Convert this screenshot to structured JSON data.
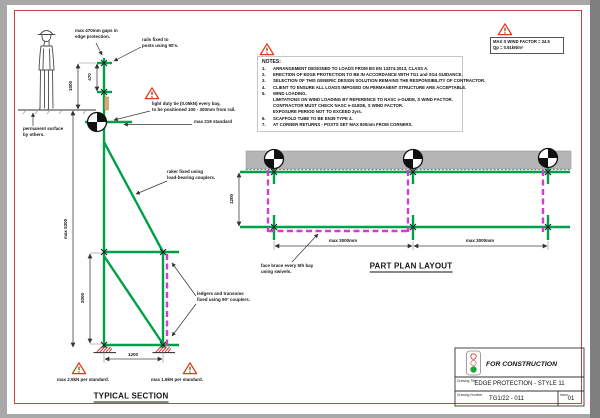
{
  "colors": {
    "scaffold_green": "#00a04a",
    "brace_magenta": "#cf3fcf",
    "sheet_border_red": "#c84040",
    "warning_red": "#e03c1c",
    "structure_band_gray": "#b5b5b5"
  },
  "notes": {
    "heading": "NOTES:",
    "items": [
      {
        "n": "1.",
        "t": "ARRANGEMENT DESIGNED TO LOADS FROM BS EN 13374:2013, CLASS A."
      },
      {
        "n": "2.",
        "t": "ERECTION OF EDGE PROTECTION TO BE IN ACCORDANCE WITH TG1 and SG4 GUIDANCE."
      },
      {
        "n": "3.",
        "t": "SELECTION OF THIS GENERIC DESIGN SOLUTION REMAINS THE RESPONSIBILITY OF CONTRACTOR."
      },
      {
        "n": "4.",
        "t": "CLIENT TO ENSURE ALL LOADS IMPOSED ON PERMANENT STRUCTURE ARE ACCEPTABLE."
      },
      {
        "n": "5.",
        "t": "WIND LOADING."
      },
      {
        "n": "",
        "t": "LIMITATIONS ON WIND LOADING BY REFERENCE TO NASC e-GUIDE, S WIND FACTOR."
      },
      {
        "n": "",
        "t": "CONTRACTOR MUST CHECK NASC e-GUIDE, S WIND FACTOR."
      },
      {
        "n": "",
        "t": "EXPOSURE PERIOD NOT TO EXCEED 2yrs."
      },
      {
        "n": "6.",
        "t": "SCAFFOLD TUBE TO BE EN39 TYPE 4."
      },
      {
        "n": "7.",
        "t": "AT CORNER RETURNS - POSTS SET MAX 800mm FROM CORNERS."
      }
    ]
  },
  "wind_box": {
    "line1": "MAX S WIND FACTOR = 34.5",
    "line2": "Qp = 0.91kN/m²"
  },
  "typical_section": {
    "title": "TYPICAL SECTION",
    "ann_gaps_1": "max 470mm gaps in",
    "ann_gaps_2": "edge protection.",
    "ann_rails_1": "rails fixed to",
    "ann_rails_2": "posts using 90's.",
    "ann_tie_1": "light duty tie (0.05kN) every bay,",
    "ann_tie_2": "to be positioned 100 - 300mm from rail.",
    "ann_standard": "max 219 standard",
    "ann_surface_1": "permanent surface",
    "ann_surface_2": "by others.",
    "ann_raker_1": "raker fixed using",
    "ann_raker_2": "load-bearing couplers.",
    "ann_ledger_1": "ledgers and transoms",
    "ann_ledger_2": "fixed using 90° couplers.",
    "dim_470": "470",
    "dim_1000": "1000",
    "dim_height": "max 5300",
    "dim_2000": "2000",
    "dim_1200": "1200",
    "load_left": "max 2.5kN per standard.",
    "load_right": "max 1.6kN per standard."
  },
  "part_plan": {
    "title": "PART PLAN LAYOUT",
    "dim_1200": "1200",
    "dim_bay_1": "max 3000mm",
    "dim_bay_2": "max 3000mm",
    "ann_brace_1": "face brace every 5th bay",
    "ann_brace_2": "using swivels."
  },
  "title_block": {
    "status": "FOR CONSTRUCTION",
    "title_label": "Drawing Title",
    "drawing_title": "EDGE PROTECTION - STYLE 11",
    "number_label": "Drawing Number",
    "drawing_number": "TG1/22 - 011",
    "issue_label": "Issue",
    "issue": "01"
  }
}
